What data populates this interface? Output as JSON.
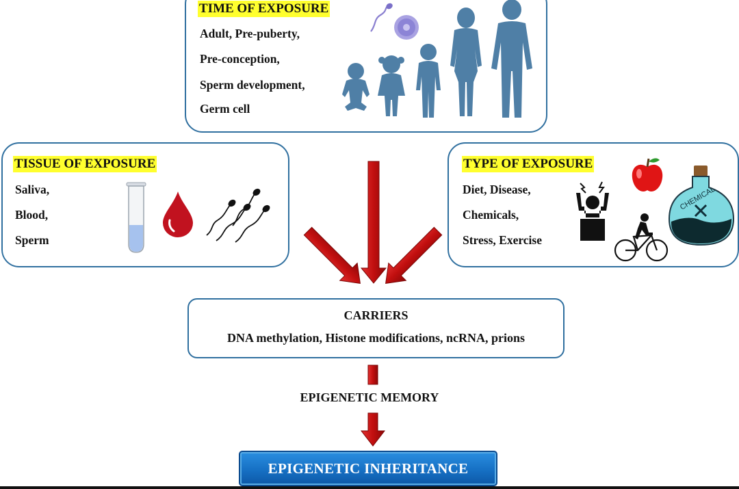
{
  "time_of_exposure": {
    "title": "TIME OF EXPOSURE",
    "items": [
      "Adult, Pre-puberty,",
      "Pre-conception,",
      "Sperm development,",
      "Germ cell"
    ]
  },
  "tissue_of_exposure": {
    "title": "TISSUE OF EXPOSURE",
    "items": [
      "Saliva,",
      "Blood,",
      "Sperm"
    ]
  },
  "type_of_exposure": {
    "title": "TYPE OF EXPOSURE",
    "items": [
      "Diet, Disease,",
      "Chemicals,",
      "Stress, Exercise"
    ],
    "bottle_label": "CHEMICAL"
  },
  "carriers": {
    "title": "CARRIERS",
    "detail": "DNA methylation, Histone modifications, ncRNA, prions"
  },
  "memory_label": "EPIGENETIC MEMORY",
  "inheritance_label": "EPIGENETIC INHERITANCE",
  "colors": {
    "box_border": "#2f6f9f",
    "highlight": "#ffff2e",
    "arrow": "#cc1111",
    "figure": "#4f7fa6",
    "button": "#1670c4"
  }
}
